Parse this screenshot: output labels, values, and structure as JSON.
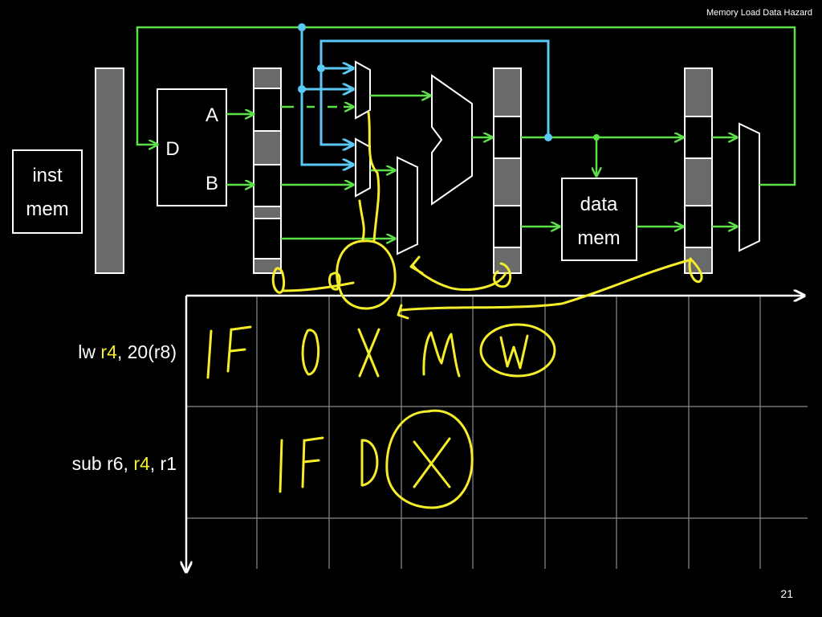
{
  "slide": {
    "title": "Memory Load Data Hazard",
    "page_number": "21"
  },
  "diagram": {
    "inst_mem": [
      "inst",
      "mem"
    ],
    "regfile": {
      "main_label": "D",
      "port_a": "A",
      "port_b": "B"
    },
    "data_mem": [
      "data",
      "mem"
    ]
  },
  "instructions": [
    {
      "parts": [
        {
          "text": "lw ",
          "highlight": false
        },
        {
          "text": "r4",
          "highlight": true
        },
        {
          "text": ", 20(r8)",
          "highlight": false
        }
      ]
    },
    {
      "parts": [
        {
          "text": "sub r6, ",
          "highlight": false
        },
        {
          "text": "r4",
          "highlight": true
        },
        {
          "text": ", r1",
          "highlight": false
        }
      ]
    }
  ],
  "handwriting": {
    "row1": [
      "IF",
      "D",
      "X",
      "M",
      "W"
    ],
    "row2": [
      "IF",
      "D",
      "X"
    ]
  },
  "colors": {
    "background": "#000000",
    "forward_green": "#5ee04a",
    "bypass_blue": "#5bc8f5",
    "handwriting_yellow": "#f5ec2a",
    "register_gray": "#6a6a6a"
  }
}
